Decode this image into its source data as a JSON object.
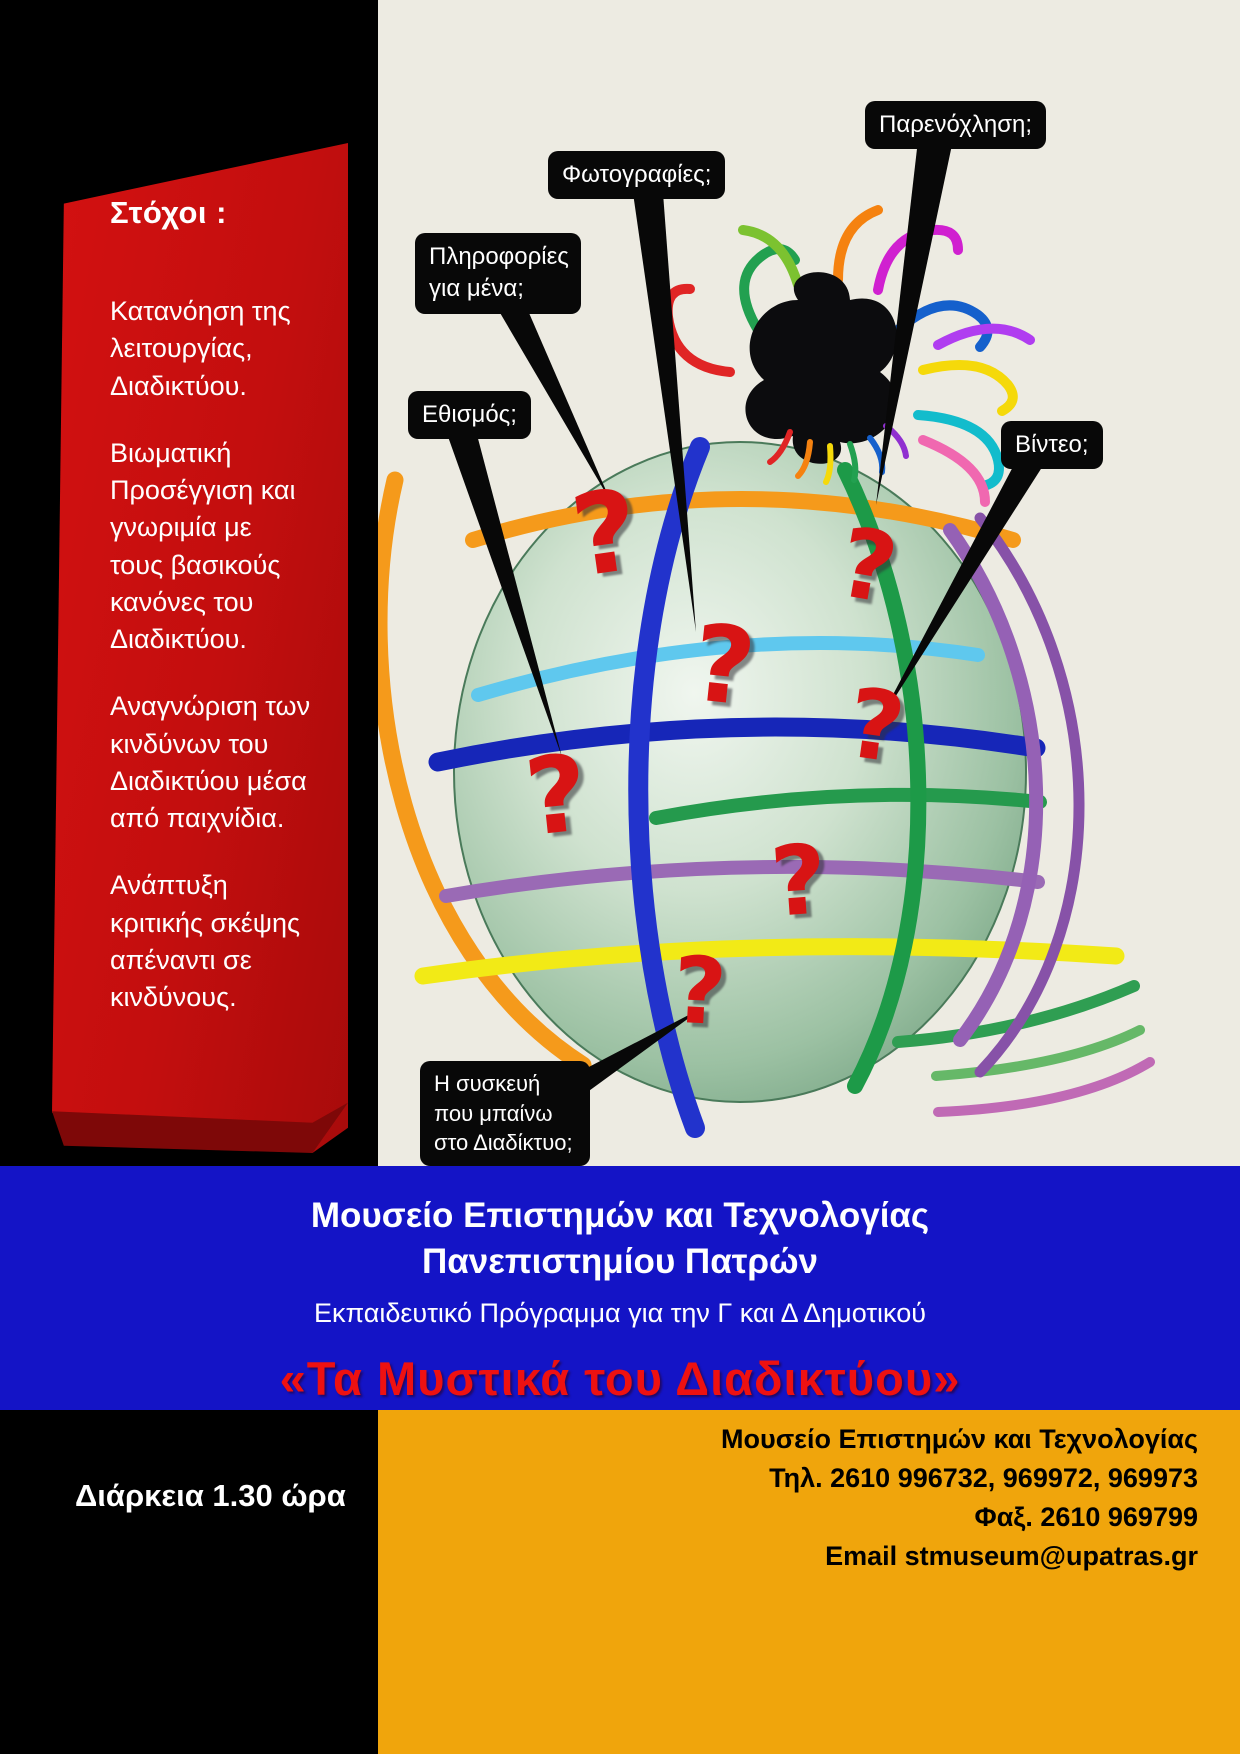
{
  "goals": {
    "title": "Στόχοι :",
    "items": [
      "Κατανόηση της λειτουργίας, Διαδικτύου.",
      "Βιωματική Προσέγγιση και γνωριμία με τους βασικούς κανόνες του Διαδικτύου.",
      "Αναγνώριση των  κινδύνων του Διαδικτύου μέσα από παιχνίδια.",
      "Ανάπτυξη κριτικής σκέψης απέναντι σε κινδύνους."
    ]
  },
  "callouts": [
    {
      "label": "Παρενόχληση;"
    },
    {
      "label": "Φωτογραφίες;"
    },
    {
      "label": "Πληροφορίες για μένα;"
    },
    {
      "label": "Εθισμός;"
    },
    {
      "label": "Βίντεο;"
    },
    {
      "label": "Η συσκευή που μπαίνω  στο Διαδίκτυο;"
    }
  ],
  "globe": {
    "question_mark": "?"
  },
  "banner": {
    "line1": "Μουσείο  Επιστημών και Τεχνολογίας",
    "line2": "Πανεπιστημίου Πατρών",
    "line3": "Εκπαιδευτικό Πρόγραμμα για την Γ και Δ Δημοτικού",
    "title": "«Τα Μυστικά του Διαδικτύου»"
  },
  "footer": {
    "duration": "Διάρκεια  1.30 ώρα",
    "contact": [
      "Μουσείο Επιστημών και Τεχνολογίας",
      "Τηλ. 2610 996732, 969972, 969973",
      "Φαξ. 2610 969799",
      "Email stmuseum@upatras.gr"
    ]
  },
  "colors": {
    "ribbon_red": "#c30e0e",
    "banner_blue": "#1414c6",
    "footer_orange": "#f0a50c",
    "title_red": "#ee1111",
    "question_mark_red": "#d81414"
  }
}
